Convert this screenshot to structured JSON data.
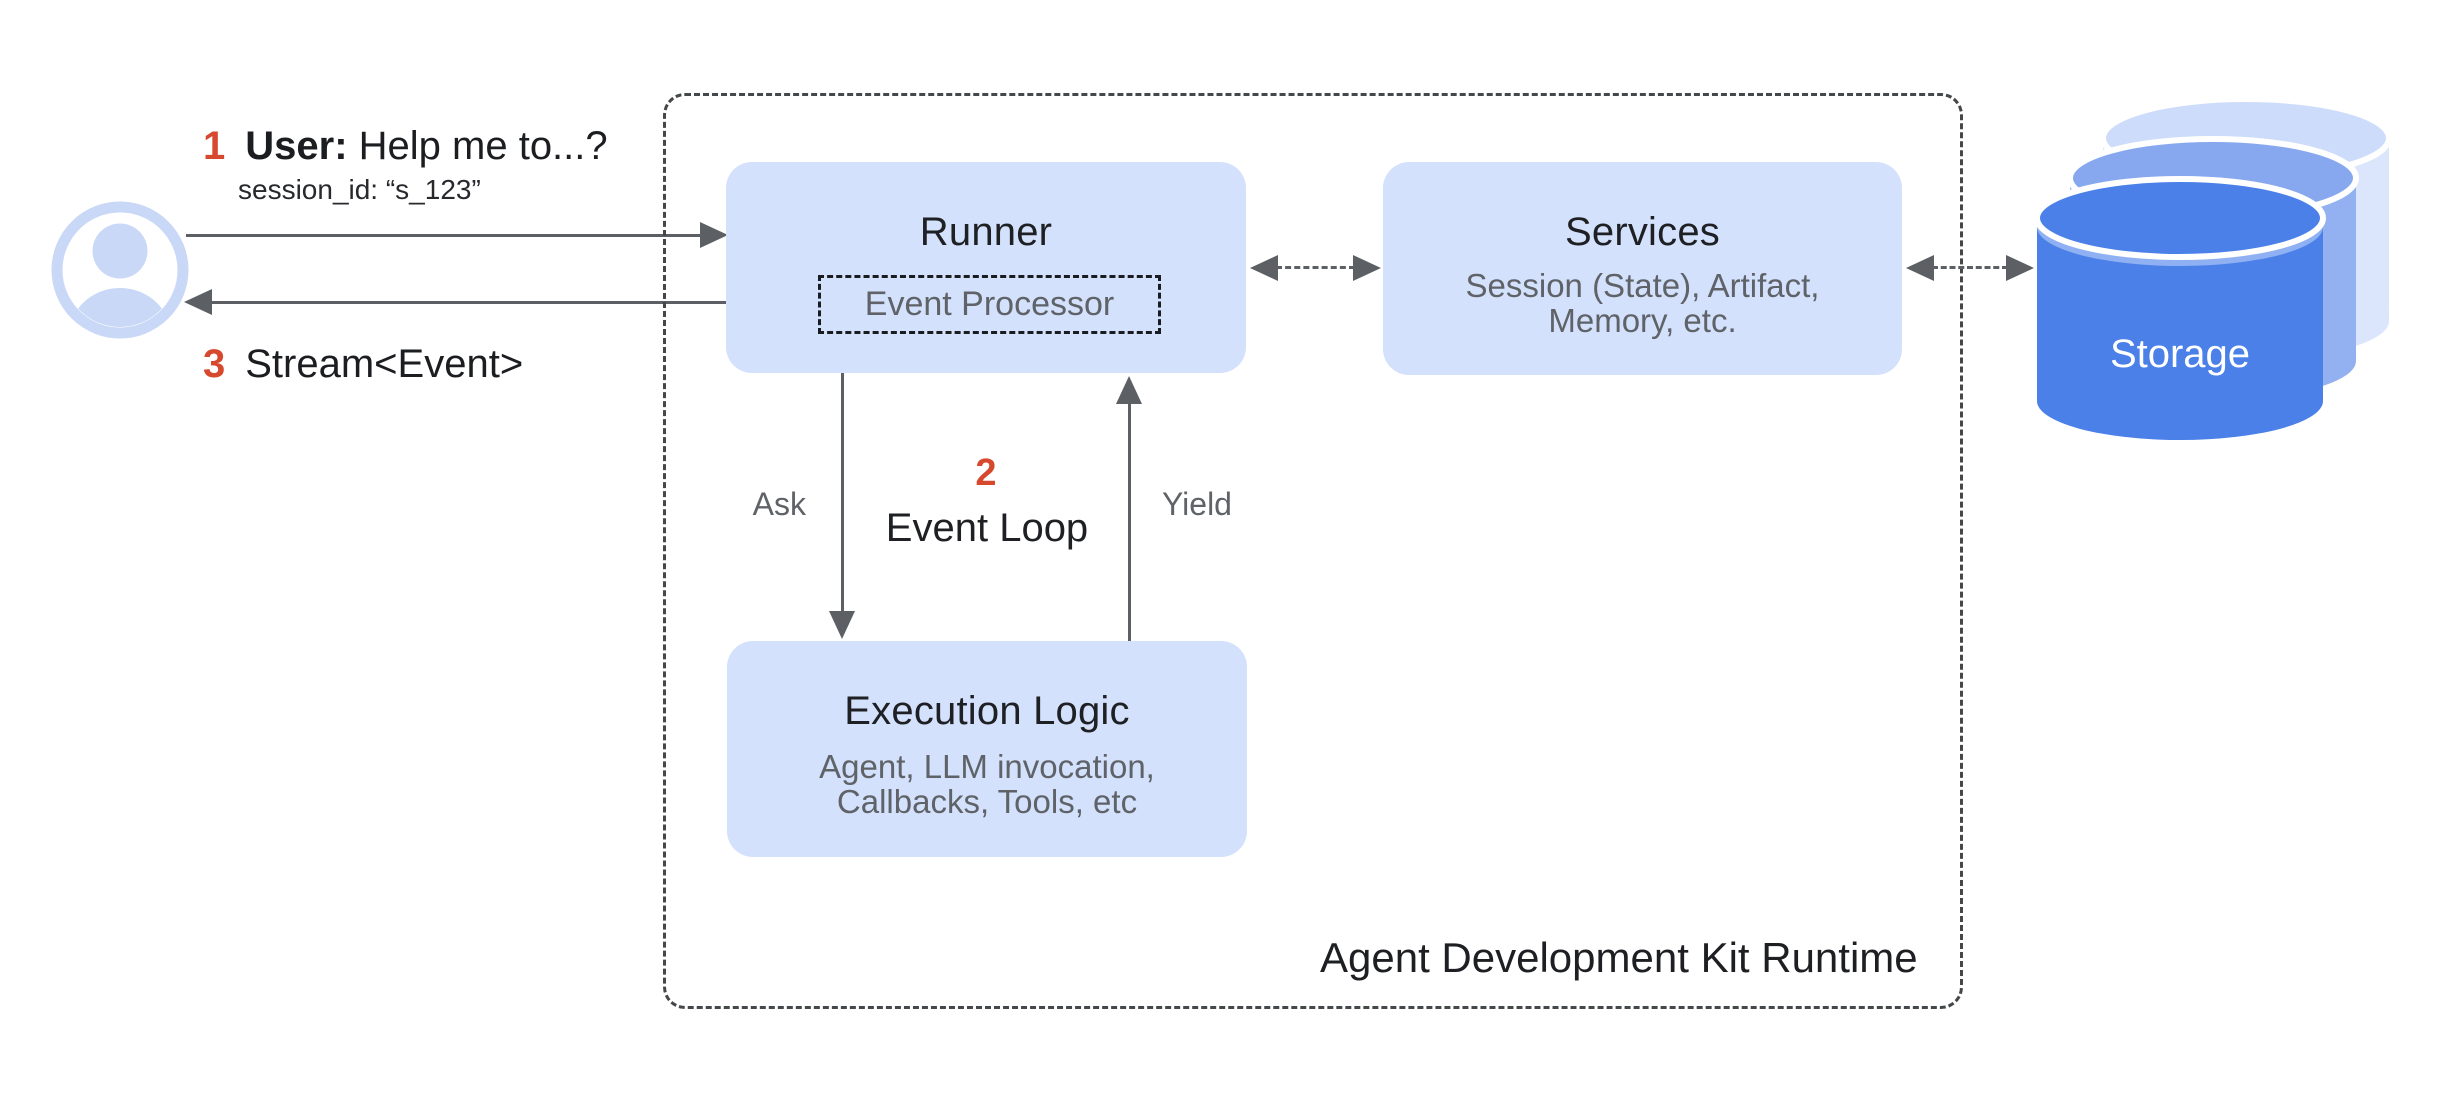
{
  "diagram": {
    "user_flow": {
      "step1_num": "1",
      "step1_bold": "User:",
      "step1_text": "Help me to...?",
      "session_line": "session_id: “s_123”",
      "step3_num": "3",
      "step3_text": "Stream<Event>"
    },
    "runner": {
      "title": "Runner",
      "event_processor": "Event Processor"
    },
    "services": {
      "title": "Services",
      "subtitle_line1": "Session (State), Artifact,",
      "subtitle_line2": "Memory, etc."
    },
    "execution_logic": {
      "title": "Execution Logic",
      "subtitle_line1": "Agent, LLM invocation,",
      "subtitle_line2": "Callbacks, Tools, etc"
    },
    "event_loop": {
      "step2_num": "2",
      "label": "Event Loop",
      "ask_label": "Ask",
      "yield_label": "Yield"
    },
    "runtime_label": "Agent Development Kit Runtime",
    "storage": {
      "label": "Storage"
    },
    "colors": {
      "box_fill": "#d3e1fc",
      "avatar_blue": "#c9d8f7",
      "storage_front": "#4a80e8",
      "storage_mid": "#93b1f1",
      "storage_back": "#dbe5fc",
      "accent_red": "#d6492f",
      "arrow_gray": "#5c6064",
      "text_dark": "#1e2023",
      "text_gray": "#5f6368",
      "dashed_border": "#45484b"
    }
  }
}
